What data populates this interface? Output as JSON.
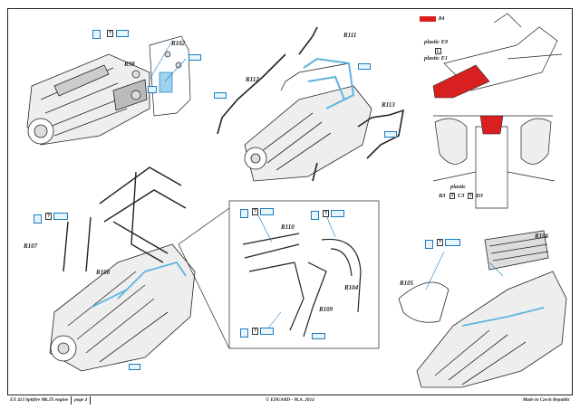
{
  "footer": {
    "left": "EX 413  Spitfire Mk.IX engine",
    "page": "page 4",
    "center": "© EDUARD - M.A. 2014",
    "right": "Made in Czech Republic"
  },
  "parts": {
    "r102": "R102",
    "r98": "R98",
    "r111": "R111",
    "r112": "R112",
    "r113": "R113",
    "r107": "R107",
    "r108": "R108",
    "r110": "R110",
    "r104": "R104",
    "r109": "R109",
    "r106": "R106",
    "r105": "R105"
  },
  "plastic_top": {
    "line1": "plastic E9",
    "line2": "plastic E1",
    "marker": "84"
  },
  "plastic_bottom": {
    "label": "plastic",
    "b": "B3",
    "c": "C3",
    "d": "D3"
  },
  "symbols": {
    "question": "?",
    "colors": {
      "accent": "#1a7dbf",
      "highlight": "#d92020",
      "ink": "#222222"
    }
  }
}
